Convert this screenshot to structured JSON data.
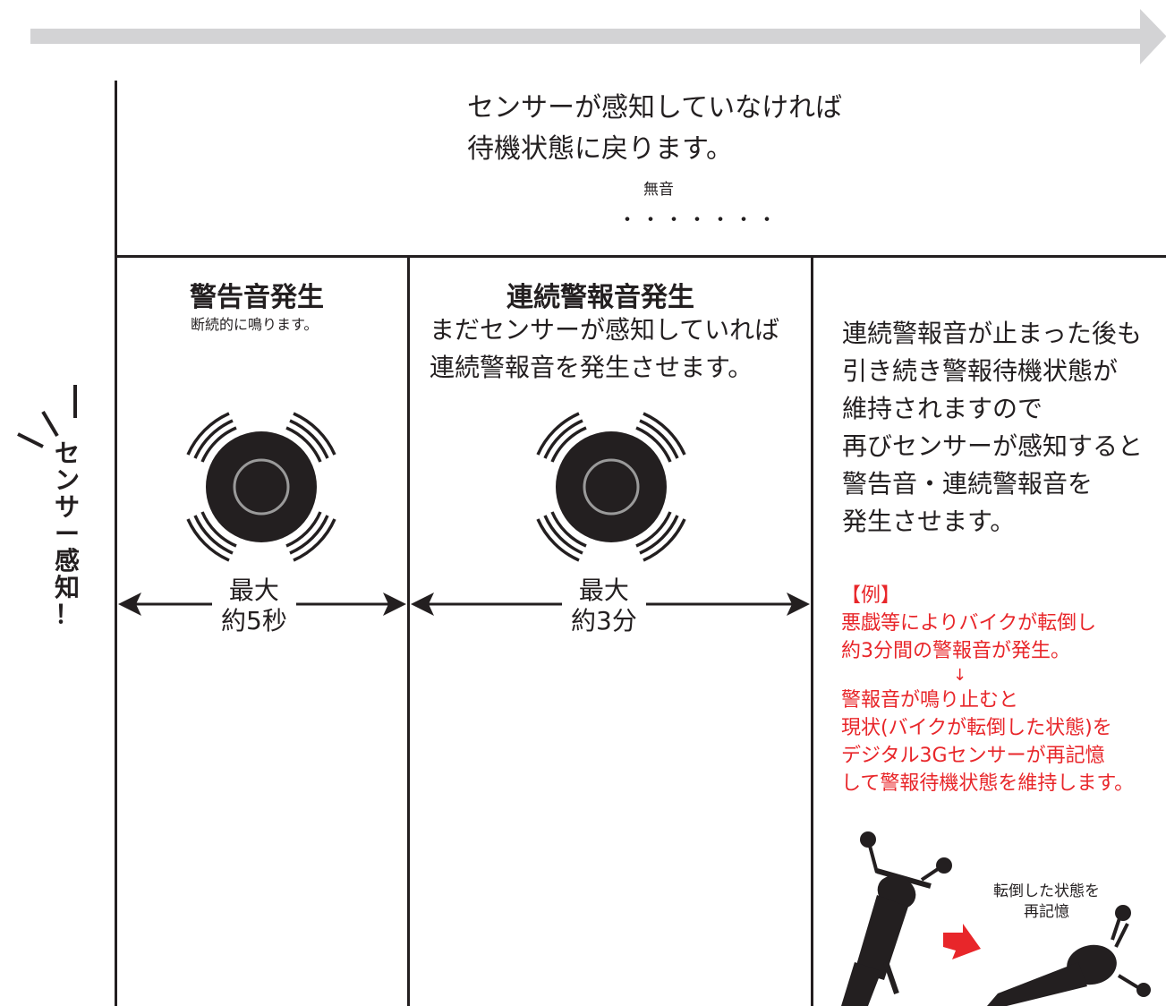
{
  "top": {
    "line1": "センサーが感知していなければ",
    "line2": "待機状態に戻ります。",
    "silent_label": "無音",
    "silent_dots": "・・・・・・・"
  },
  "sensor_label": {
    "chars": [
      "セ",
      "ン",
      "サ",
      "ー",
      "感",
      "知",
      "！"
    ]
  },
  "col1": {
    "title": "警告音発生",
    "subtitle": "断続的に鳴ります。",
    "duration_line1": "最大",
    "duration_line2": "約5秒"
  },
  "col2": {
    "title": "連続警報音発生",
    "line1": "まだセンサーが感知していれば",
    "line2": "連続警報音を発生させます。",
    "duration_line1": "最大",
    "duration_line2": "約3分"
  },
  "col3": {
    "lines": [
      "連続警報音が止まった後も",
      "引き続き警報待機状態が",
      "維持されますので",
      "再びセンサーが感知すると",
      "警告音・連続警報音を",
      "発生させます。"
    ],
    "example": {
      "heading": "【例】",
      "lines1": [
        "悪戯等によりバイクが転倒し",
        "約3分間の警報音が発生。"
      ],
      "arrow": "↓",
      "lines2": [
        "警報音が鳴り止むと",
        "現状(バイクが転倒した状態)を",
        "デジタル3Gセンサーが再記憶",
        "して警報待機状態を維持します。"
      ]
    },
    "caption_line1": "転倒した状態を",
    "caption_line2": "再記憶"
  },
  "colors": {
    "ink": "#231f20",
    "accent_red": "#e8262a",
    "timeline_arrow": "#d3d3d5",
    "speaker_ring": "#9a9a9a"
  }
}
